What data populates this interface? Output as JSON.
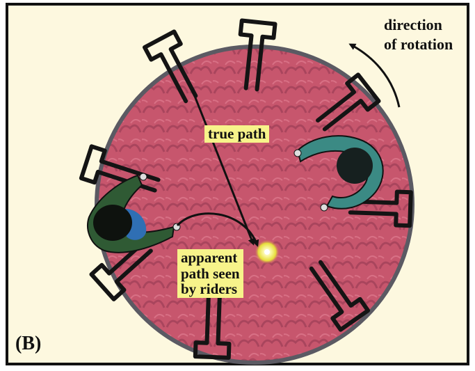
{
  "labels": {
    "true_path": "true path",
    "apparent_path": [
      "apparent",
      "path seen",
      "by riders"
    ],
    "direction": [
      "direction",
      "of rotation"
    ],
    "panel": "(B)"
  },
  "colors": {
    "background": "#fdf8df",
    "platform": "#c7566d",
    "platform_rim": "#5b5a63",
    "label_box": "#f7f38a",
    "ball_glow": "#f4ee55",
    "seat_frame": "#141414",
    "rider_left": "#2f5a34",
    "rider_right": "#3b8a84",
    "rider_accent": "#2f6fb4"
  },
  "icons": {
    "seat": "chair-frame",
    "rider": "rider-top-view",
    "ball": "ball-glow",
    "direction_arrow": "curved-arrow"
  }
}
